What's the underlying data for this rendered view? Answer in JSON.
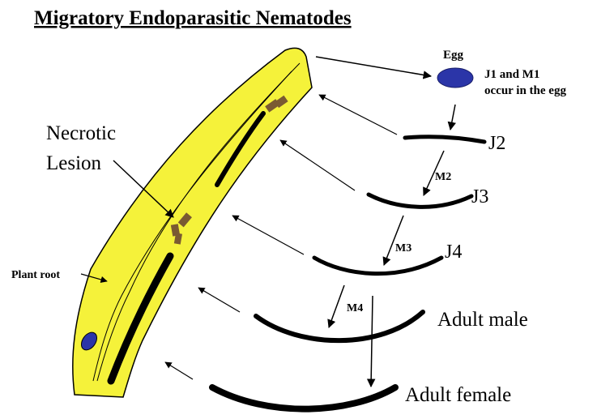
{
  "title": "Migratory Endoparasitic Nematodes",
  "labels": {
    "egg": "Egg",
    "egg_note_line1": "J1 and M1",
    "egg_note_line2": "occur in the egg",
    "j2": "J2",
    "j3": "J3",
    "j4": "J4",
    "m2": "M2",
    "m3": "M3",
    "m4": "M4",
    "adult_male": "Adult male",
    "adult_female": "Adult female",
    "necrotic_line1": "Necrotic",
    "necrotic_line2": "Lesion",
    "plant_root": "Plant root"
  },
  "colors": {
    "root_fill": "#f5f23a",
    "egg_fill": "#2b35a8",
    "lesion_fill": "#7a5a32",
    "ink": "#000000"
  }
}
